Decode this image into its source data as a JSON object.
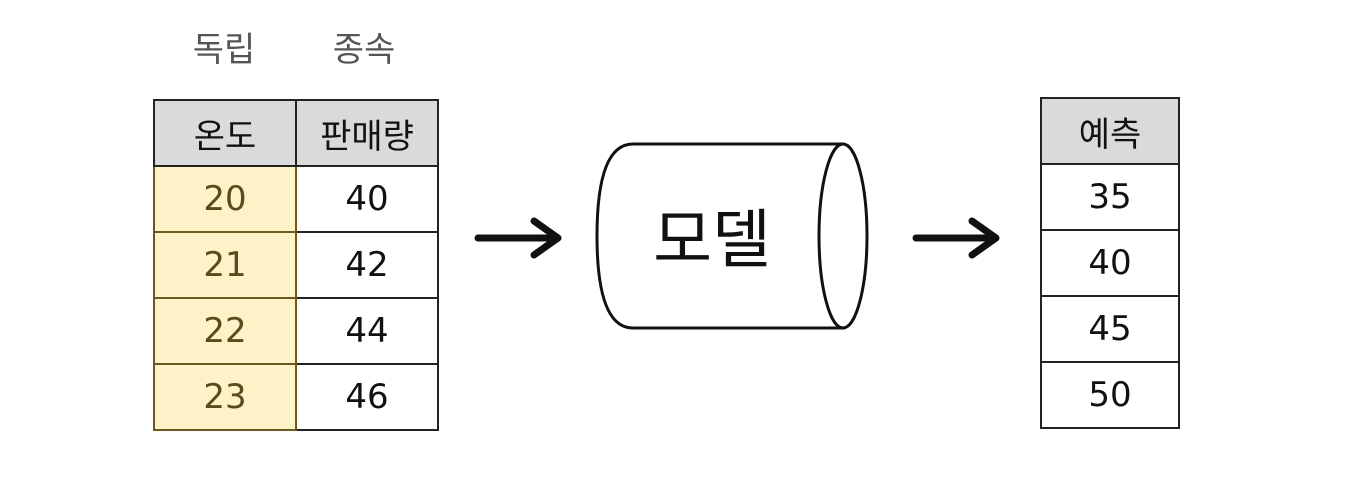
{
  "headers": {
    "independent": "독립",
    "dependent": "종속"
  },
  "input_table": {
    "columns": [
      "온도",
      "판매량"
    ],
    "rows": [
      [
        "20",
        "40"
      ],
      [
        "21",
        "42"
      ],
      [
        "22",
        "44"
      ],
      [
        "23",
        "46"
      ]
    ]
  },
  "model": {
    "label": "모델"
  },
  "output_table": {
    "column": "예측",
    "rows": [
      "35",
      "40",
      "45",
      "50"
    ]
  },
  "colors": {
    "independent_fill": "#fdf2c8",
    "header_fill": "#dadada"
  },
  "icons": [
    "right-arrow-icon",
    "cylinder-shape"
  ]
}
